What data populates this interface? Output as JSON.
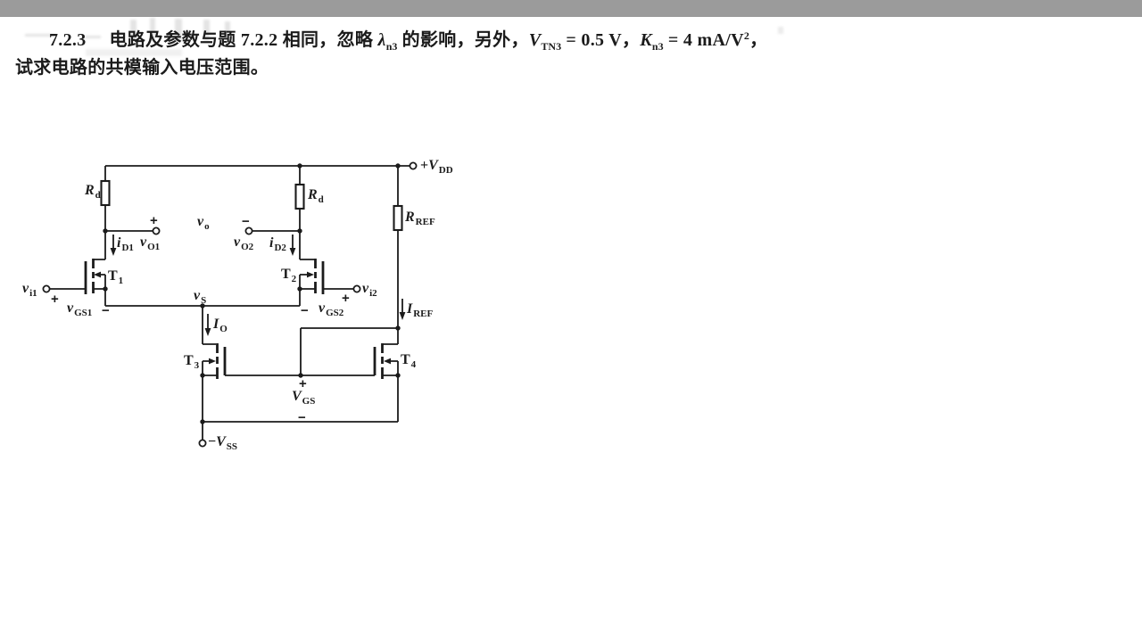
{
  "page": {
    "top_bar_color": "#9b9b9b",
    "background_color": "#ffffff",
    "ink_color": "#1b1b1b"
  },
  "statement": {
    "no": "7.2.3",
    "s1": "电路及参数与题 7.2.2 相同，忽略 ",
    "lambda_sym": "λ",
    "lambda_sub": "n3",
    "s2": " 的影响，另外，",
    "v_sym": "V",
    "v_sub": "TN3",
    "v_eq": " = 0.5 V，",
    "k_sym": "K",
    "k_sub": "n3",
    "k_eq": " = 4 mA/V",
    "k_sup": "2",
    "tail": "，",
    "line2": "试求电路的共模输入电压范围。"
  },
  "labels": {
    "r_sym": "R",
    "rd_sub": "d",
    "rref_sub": "REF",
    "vdd": {
      "sign": "+",
      "sym": "V",
      "sub": "DD"
    },
    "vss": {
      "sign": "−",
      "sym": "V",
      "sub": "SS"
    },
    "vo": {
      "sym": "v",
      "sub": "o"
    },
    "vo1": {
      "sym": "v",
      "sub": "O1"
    },
    "vo2": {
      "sym": "v",
      "sub": "O2"
    },
    "id1": {
      "sym": "i",
      "sub": "D1"
    },
    "id2": {
      "sym": "i",
      "sub": "D2"
    },
    "io": {
      "sym": "I",
      "sub": "O"
    },
    "iref": {
      "sym": "I",
      "sub": "REF"
    },
    "vi1": {
      "sym": "v",
      "sub": "i1"
    },
    "vi2": {
      "sym": "v",
      "sub": "i2"
    },
    "vgs1": {
      "sym": "v",
      "sub": "GS1"
    },
    "vgs2": {
      "sym": "v",
      "sub": "GS2"
    },
    "vs": {
      "sym": "v",
      "sub": "S"
    },
    "vgs": {
      "sym": "V",
      "sub": "GS"
    },
    "t1": {
      "sym": "T",
      "sub": "1"
    },
    "t2": {
      "sym": "T",
      "sub": "2"
    },
    "t3": {
      "sym": "T",
      "sub": "3"
    },
    "t4": {
      "sym": "T",
      "sub": "4"
    },
    "plus": "+",
    "minus": "−"
  }
}
